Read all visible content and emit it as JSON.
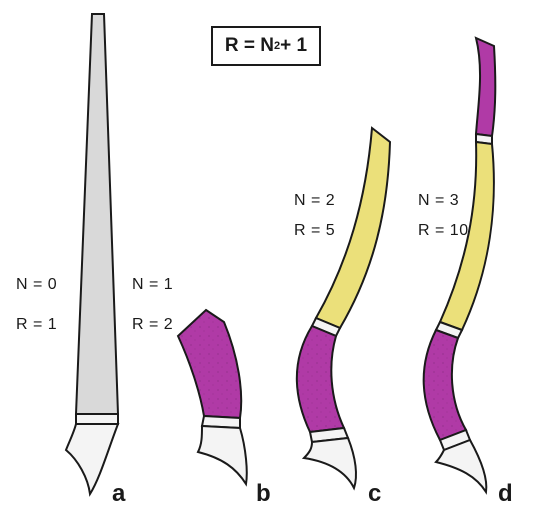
{
  "formula": {
    "lhs": "R = N",
    "exp": "2",
    "rhs": "+ 1"
  },
  "figures": [
    {
      "letter": "a",
      "n_label": "N = 0",
      "r_label": "R = 1",
      "n": 0,
      "r": 1
    },
    {
      "letter": "b",
      "n_label": "N = 1",
      "r_label": "R = 2",
      "n": 1,
      "r": 2
    },
    {
      "letter": "c",
      "n_label": "N = 2",
      "r_label": "R = 5",
      "n": 2,
      "r": 5
    },
    {
      "letter": "d",
      "n_label": "N = 3",
      "r_label": "R = 10",
      "n": 3,
      "r": 10
    }
  ],
  "colors": {
    "horn_a": "#d9d9d9",
    "segment_purple": "#b03aa6",
    "segment_yellow": "#ebe07a",
    "tip": "#f4f4f4",
    "outline": "#1a1a1a"
  }
}
